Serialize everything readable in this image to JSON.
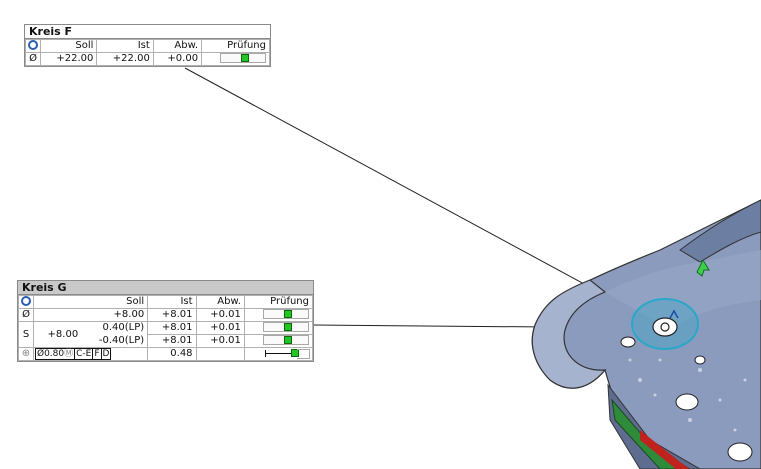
{
  "kreis_f": {
    "title": "Kreis F",
    "headers": [
      "Soll",
      "Ist",
      "Abw.",
      "Prüfung"
    ],
    "rows": [
      {
        "symbol": "Ø",
        "soll": "+22.00",
        "ist": "+22.00",
        "abw": "+0.00",
        "check_fraction": 0.5
      }
    ]
  },
  "kreis_g": {
    "title": "Kreis G",
    "headers": [
      "Soll",
      "Ist",
      "Abw.",
      "Prüfung"
    ],
    "row_diameter": {
      "symbol": "Ø",
      "soll": "+8.00",
      "ist": "+8.01",
      "abw": "+0.01",
      "check_fraction": 0.5
    },
    "row_size": {
      "symbol": "S",
      "nominal": "+8.00",
      "upper_tol": "0.40(LP)",
      "lower_tol": "-0.40(LP)",
      "upper_ist": "+8.01",
      "lower_ist": "+8.01",
      "upper_abw": "+0.01",
      "lower_abw": "+0.01"
    },
    "row_position": {
      "symbol": "⊕",
      "tolerance": "Ø0.80",
      "modifier": "Ⓜ",
      "datums": [
        "C-E",
        "F",
        "D"
      ],
      "ist": "0.48",
      "check_fraction": 0.6
    }
  },
  "colors": {
    "part_body": "#8b9bbd",
    "part_dark": "#5d6c8f",
    "ok_indicator": "#22c622",
    "highlight_circle": "#2aa7c9",
    "edge_red": "#c0221e",
    "edge_green": "#2f8a3a"
  }
}
